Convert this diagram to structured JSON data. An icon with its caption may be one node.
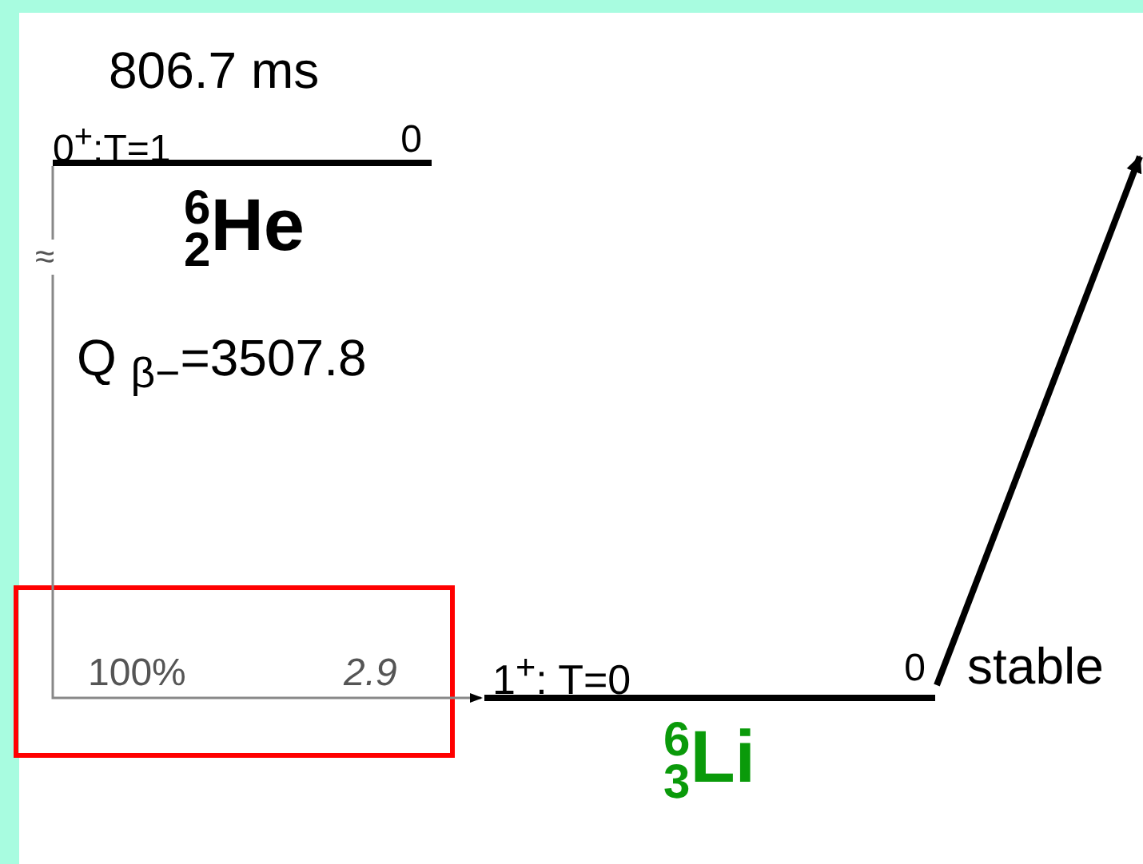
{
  "diagram": {
    "nodes": [
      {
        "text": [
          "0$^{+}$:T=1",
          "0"
        ],
        "beside": [
          "806.7 ms",
          "$^{6}$$_{2}$He",
          "Q $_{β−}$=3507.8"
        ]
      },
      {
        "text": [
          "1$^{+}$: T=0",
          "0"
        ],
        "beside": [
          "stable",
          "$^{6}$$_{3}$Li"
        ]
      }
    ],
    "edges": [
      {
        "from": 0,
        "to": 1,
        "arrow": "to",
        "label": "100%",
        "color": "#888888"
      },
      {
        "from": 1,
        "to": null,
        "arrow": "to",
        "style": "thick",
        "color": "#000000"
      }
    ],
    "labels": [
      "≈",
      "2.9"
    ]
  }
}
